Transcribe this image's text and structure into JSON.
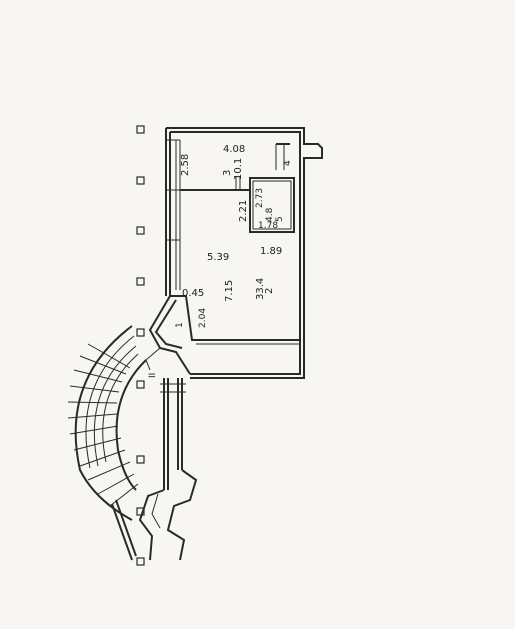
{
  "labels": {
    "room3_dim_top": "4.08",
    "room3_dim_side": "2.58",
    "room3_number": "3",
    "room3_area": "10.1",
    "room4_number": "4",
    "room5_number": "5",
    "room5_area": "4.8",
    "room5_dim_a": "2.73",
    "room5_dim_b": "1.78",
    "dim_2_21": "2.21",
    "dim_5_39": "5.39",
    "dim_1_89": "1.89",
    "dim_7_15": "7.15",
    "room2_number": "2",
    "room2_area": "33.4",
    "dim_0_45": "0.45",
    "dim_2_04": "2.04",
    "room1_number": "1",
    "stair_mark": "II"
  }
}
